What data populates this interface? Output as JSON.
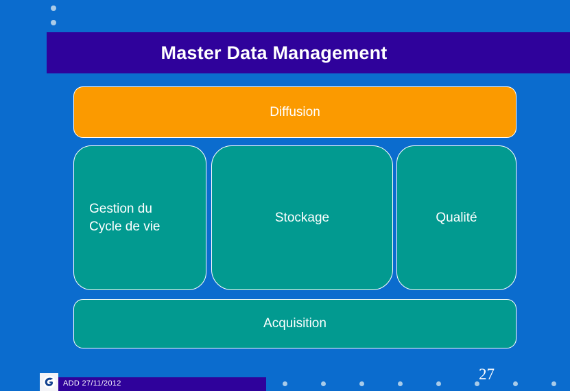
{
  "slide": {
    "title": "Master Data Management",
    "background_color": "#0b6cce",
    "title_band_color": "#2f029b"
  },
  "decor": {
    "left_dots": [
      {
        "name": "left-bullet-dot-1",
        "color": "#aacbe8"
      },
      {
        "name": "left-bullet-dot-2",
        "color": "#aacbe8"
      },
      {
        "name": "left-bullet-dot-3",
        "color": "#c9aee0"
      }
    ],
    "bottom_dots_count": 8,
    "bottom_dot_color": "#a8cbe9"
  },
  "diagram": {
    "top_box": {
      "label": "Diffusion",
      "color": "#fb9a00"
    },
    "middle_boxes": [
      {
        "label": "Gestion du\nCycle de vie",
        "label_line1": "Gestion du",
        "label_line2": "Cycle de vie",
        "color": "#029a90"
      },
      {
        "label": "Stockage",
        "color": "#029a90"
      },
      {
        "label": "Qualité",
        "color": "#029a90"
      }
    ],
    "bottom_box": {
      "label": "Acquisition",
      "color": "#029a90"
    }
  },
  "footer": {
    "date_text": "ADD 27/11/2012",
    "logo_letter": "G",
    "page_number": "27",
    "bar_color": "#2f029b"
  }
}
